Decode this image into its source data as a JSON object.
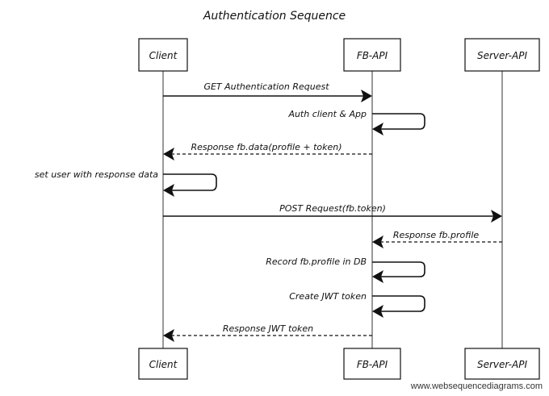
{
  "diagram": {
    "title": "Authentication Sequence",
    "actors": [
      {
        "id": "client",
        "label": "Client"
      },
      {
        "id": "fbapi",
        "label": "FB-API"
      },
      {
        "id": "server",
        "label": "Server-API"
      }
    ],
    "messages": [
      {
        "from": "client",
        "to": "fbapi",
        "label": "GET Authentication Request",
        "style": "solid"
      },
      {
        "from": "fbapi",
        "to": "fbapi",
        "label": "Auth client & App",
        "style": "self"
      },
      {
        "from": "fbapi",
        "to": "client",
        "label": "Response fb.data(profile + token)",
        "style": "dashed"
      },
      {
        "from": "client",
        "to": "client",
        "label": "set user with response data",
        "style": "self"
      },
      {
        "from": "client",
        "to": "server",
        "label": "POST Request(fb.token)",
        "style": "solid"
      },
      {
        "from": "server",
        "to": "fbapi",
        "label": "Response fb.profile",
        "style": "dashed"
      },
      {
        "from": "fbapi",
        "to": "fbapi",
        "label": "Record fb.profile in DB",
        "style": "self"
      },
      {
        "from": "fbapi",
        "to": "fbapi",
        "label": "Create JWT token",
        "style": "self"
      },
      {
        "from": "fbapi",
        "to": "client",
        "label": "Response JWT token",
        "style": "dashed"
      }
    ],
    "footer": "www.websequencediagrams.com"
  }
}
